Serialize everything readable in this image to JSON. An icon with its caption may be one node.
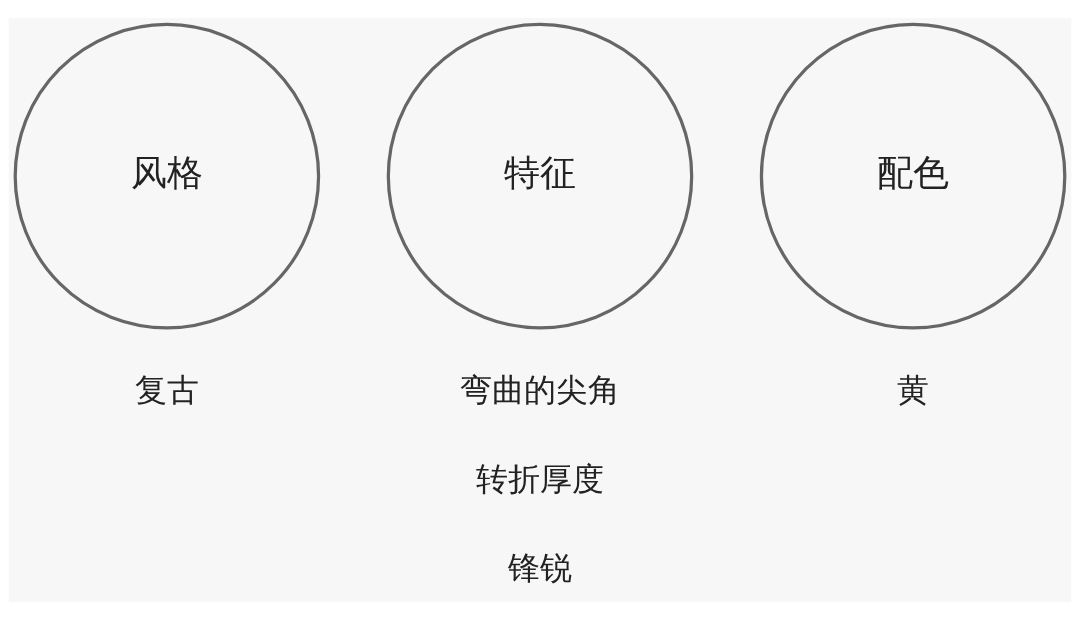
{
  "diagram": {
    "nodes": [
      {
        "text": [
          "风格"
        ],
        "beside": [
          "复古"
        ]
      },
      {
        "text": [
          "特征"
        ],
        "beside": [
          "弯曲的尖角",
          "转折厚度",
          "锋锐"
        ]
      },
      {
        "text": [
          "配色"
        ],
        "beside": [
          "黄"
        ]
      }
    ]
  }
}
